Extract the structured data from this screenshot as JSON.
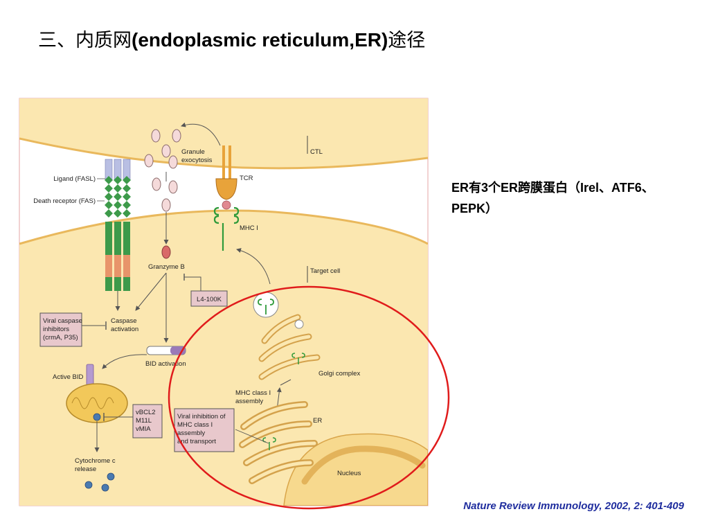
{
  "slide": {
    "title_prefix": "三、内质网",
    "title_en": "(endoplasmic reticulum,ER)",
    "title_suffix": "途径"
  },
  "note": {
    "text": "ER有3个ER跨膜蛋白（Irel、ATF6、PEPK）"
  },
  "citation": "Nature Review Immunology, 2002, 2: 401-409",
  "figure": {
    "labels": {
      "ctl": "CTL",
      "granule_line1": "Granule",
      "granule_line2": "exocytosis",
      "tcr": "TCR",
      "ligand": "Ligand (FASL)",
      "death_receptor": "Death receptor (FAS)",
      "mhc1": "MHC I",
      "target_cell": "Target cell",
      "granzyme": "Granzyme B",
      "l4": "L4-100K",
      "viral_casp_1": "Viral caspase",
      "viral_casp_2": "inhibitors",
      "viral_casp_3": "(crmA, P35)",
      "caspase_1": "Caspase",
      "caspase_2": "activation",
      "bid_act": "BID activation",
      "active_bid": "Active BID",
      "vbcl_1": "vBCL2",
      "vbcl_2": "M11L",
      "vbcl_3": "vMIA",
      "cyto_1": "Cytochrome c",
      "cyto_2": "release",
      "golgi": "Golgi complex",
      "mhc_asm_1": "MHC class I",
      "mhc_asm_2": "assembly",
      "er": "ER",
      "viral_inh_1": "Viral inhibition of",
      "viral_inh_2": "MHC class I",
      "viral_inh_3": "assembly",
      "viral_inh_4": "and transport",
      "nucleus": "Nucleus"
    }
  },
  "colors": {
    "highlight_circle": "#e01b1b",
    "cell_fill": "#fbe7b0",
    "membrane": "#e9b85c",
    "frame": "#e8b4b4",
    "receptor_green": "#3d9a4a",
    "receptor_orange": "#e8946a",
    "ligand_blue": "#b9bfe3",
    "citation": "#1f2d9e"
  }
}
